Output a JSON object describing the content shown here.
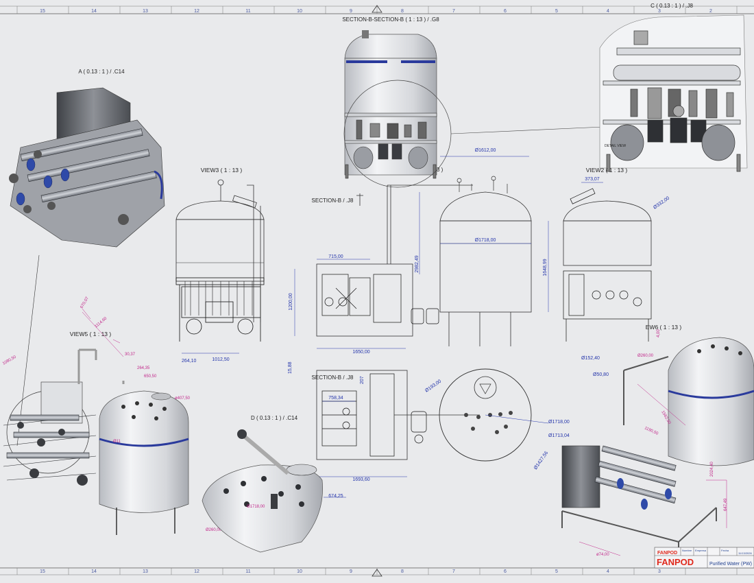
{
  "colors": {
    "dimension": "#2233aa",
    "iso_dimension": "#c2278a",
    "accent_band": "#2a3a9c",
    "logo": "#e0281c",
    "paper": "#e9eaec"
  },
  "ruler": {
    "top": [
      "15",
      "14",
      "13",
      "12",
      "11",
      "10",
      "9",
      "8",
      "7",
      "6",
      "5",
      "4",
      "3",
      "2"
    ],
    "bottom": [
      "15",
      "14",
      "13",
      "12",
      "11",
      "10",
      "9",
      "8",
      "7",
      "6",
      "5",
      "4",
      "3",
      "2"
    ]
  },
  "views": {
    "section_b_top": "SECTION-B-SECTION-B ( 1 : 13 ) / .G8",
    "detail_a": "A ( 0.13 : 1 ) / .C14",
    "detail_c": "C ( 0.13 : 1 ) / .J8",
    "detail_d": "D ( 0.13 : 1 ) / .C14",
    "view3": "VIEW3 ( 1 : 13 )",
    "view2": "VIEW2 ( 1 : 13 )",
    "view5": "VIEW5 ( 1 : 13 )",
    "view6": "EW6 ( 1 : 13 )",
    "section_b_1": "SECTION-B / .J8",
    "section_b_2": "SECTION-B / .J8",
    "detail_view": "DETAIL VIEW",
    "section_partial": "3 )"
  },
  "dims": {
    "d1612": "Ø1612,00",
    "d1718a": "Ø1718,00",
    "h2982": "2982,49",
    "h1648": "1648,99",
    "w715": "715,00",
    "h1200": "1200,00",
    "w1650": "1650,00",
    "w1012": "1012,50",
    "w373": "373,07",
    "d332": "Ø332,00",
    "d152": "Ø152,40",
    "d260a": "Ø260,00",
    "d50": "Ø50,80",
    "w15": "15,88",
    "w758": "758,34",
    "w1693": "1693,60",
    "w674": "674,25",
    "d193": "Ø193,00",
    "d1718b": "Ø1718,00",
    "d1713": "Ø1713,04",
    "d1427": "Ø1427,56",
    "d1718c": "Ø1718,00",
    "d260b": "Ø260,00",
    "d711": "Ø11",
    "r207": "207",
    "iso1": "670,07",
    "iso2": "1114,60",
    "iso3": "30,37",
    "iso4": "264,35",
    "iso5": "650,50",
    "iso6": "1080,50",
    "iso7": "ø407,50",
    "iso8": "1562,50",
    "iso9": "2024,40",
    "iso10": "647,49",
    "iso11": "1190,50",
    "iso12": "ø74,00",
    "iso13": "4,00",
    "iso14": "264,10"
  },
  "title_block": {
    "logo": "FANPOD",
    "logo_small": "FANPOD",
    "title": "Purified Water (PW)",
    "col1": "Nombre",
    "col2": "Empresa",
    "col3": "Fecha",
    "date": "11/13/2026"
  }
}
